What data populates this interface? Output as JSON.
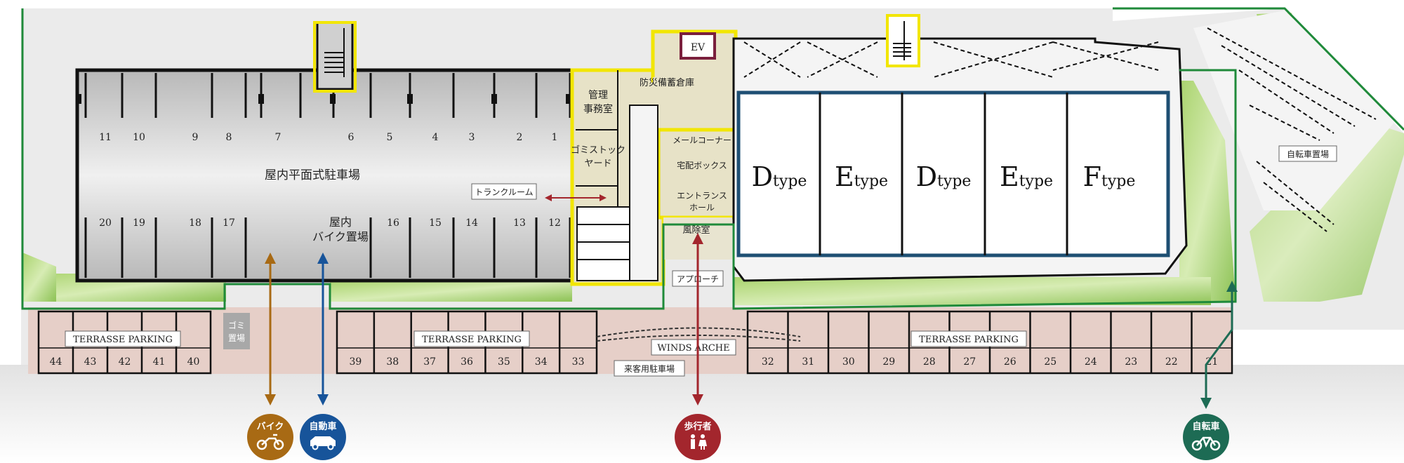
{
  "rooms": {
    "parking_indoor": "屋内平面式駐車場",
    "bike_indoor_l1": "屋内",
    "bike_indoor_l2": "バイク置場",
    "management_l1": "管理",
    "management_l2": "事務室",
    "disaster_storage": "防災備蓄倉庫",
    "garbage_yard_l1": "ゴミストック",
    "garbage_yard_l2": "ヤード",
    "trunk_room": "トランクルーム",
    "mail_corner": "メールコーナー",
    "delivery_box": "宅配ボックス",
    "entrance_l1": "エントランス",
    "entrance_l2": "ホール",
    "windbreak": "風除室",
    "approach": "アプローチ",
    "ev": "EV",
    "garbage_l1": "ゴミ",
    "garbage_l2": "置場",
    "bicycle_parking": "自転車置場",
    "winds_arche": "WINDS ARCHE",
    "visitor_parking": "来客用駐車場"
  },
  "units": [
    {
      "big": "D",
      "small": "type"
    },
    {
      "big": "E",
      "small": "type"
    },
    {
      "big": "D",
      "small": "type"
    },
    {
      "big": "E",
      "small": "type"
    },
    {
      "big": "F",
      "small": "type"
    }
  ],
  "indoor_spaces_top": [
    "11",
    "10",
    "9",
    "8",
    "7",
    "6",
    "5",
    "4",
    "3",
    "2",
    "1"
  ],
  "indoor_spaces_bottom": [
    "20",
    "19",
    "18",
    "17",
    "16",
    "15",
    "14",
    "13",
    "12"
  ],
  "terrace": {
    "label": "TERRASSE PARKING",
    "left": [
      "44",
      "43",
      "42",
      "41",
      "40"
    ],
    "middle": [
      "39",
      "38",
      "37",
      "36",
      "35",
      "34",
      "33"
    ],
    "right": [
      "32",
      "31",
      "30",
      "29",
      "28",
      "27",
      "26",
      "25",
      "24",
      "23",
      "22",
      "21"
    ]
  },
  "access": {
    "bike": "バイク",
    "car": "自動車",
    "pedestrian": "歩行者",
    "bicycle": "自転車"
  },
  "colors": {
    "bike": "#a86a14",
    "car": "#17549a",
    "pedestrian": "#a3262d",
    "bicycle": "#1d6b54",
    "green_line": "#1f8a3a",
    "highlight": "#f2e600",
    "residence": "#1e4f73"
  }
}
